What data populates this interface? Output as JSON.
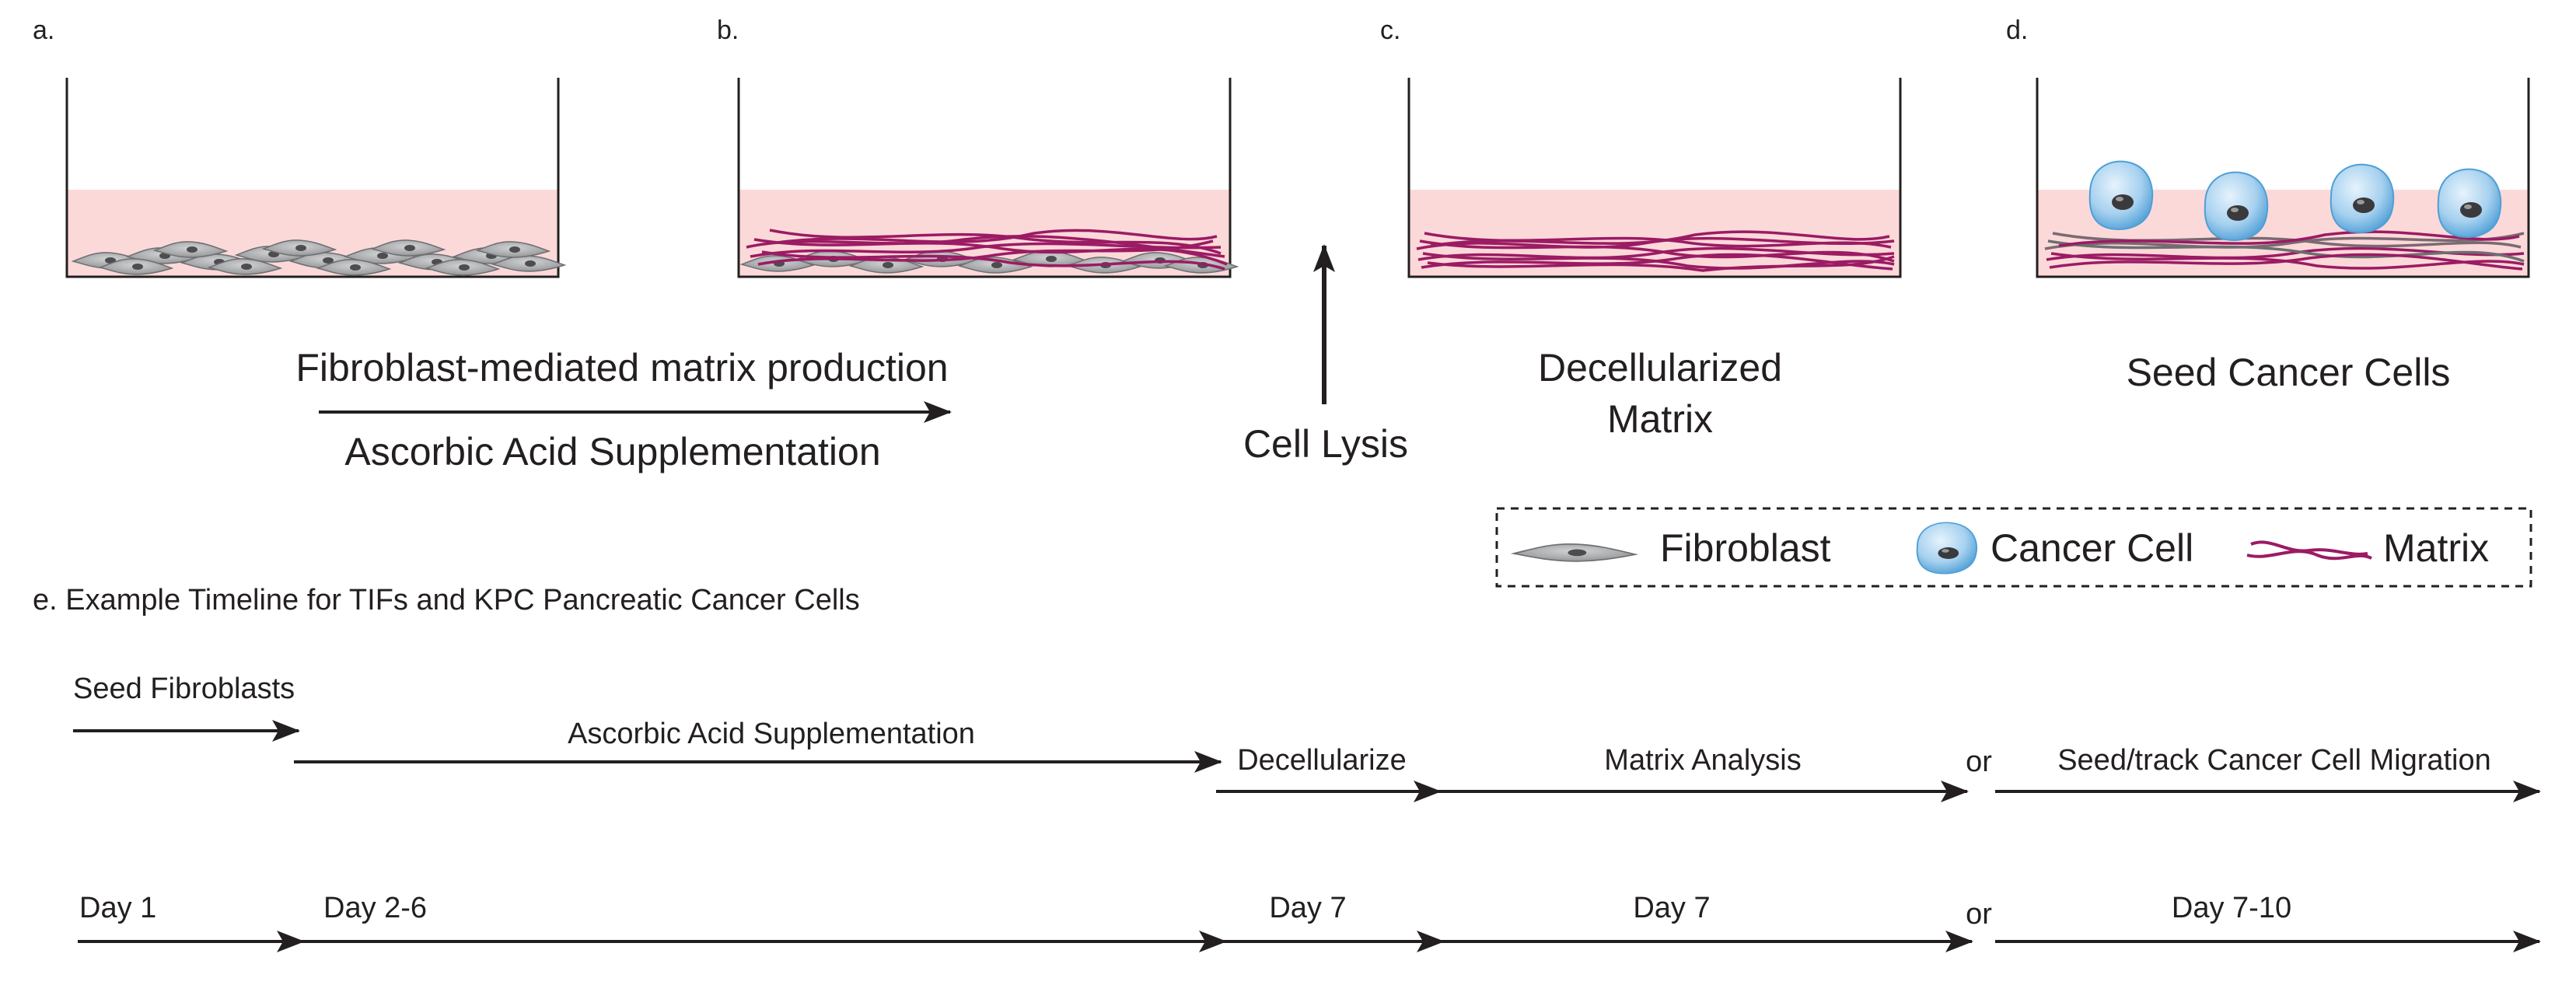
{
  "panels": [
    {
      "letter": "a.",
      "caption": ""
    },
    {
      "letter": "b.",
      "caption": ""
    },
    {
      "letter": "c.",
      "caption_line1": "Decellularized",
      "caption_line2": "Matrix"
    },
    {
      "letter": "d.",
      "caption": "Seed Cancer Cells"
    }
  ],
  "process": {
    "above_arrow": "Fibroblast-mediated matrix production",
    "below_arrow": "Ascorbic Acid Supplementation",
    "lysis_label": "Cell Lysis"
  },
  "legend": {
    "fibroblast": "Fibroblast",
    "cancer_cell": "Cancer Cell",
    "matrix": "Matrix"
  },
  "timeline": {
    "title": "e. Example Timeline for TIFs and KPC Pancreatic Cancer Cells",
    "steps": {
      "seed": "Seed Fibroblasts",
      "ascorbic": "Ascorbic Acid Supplementation",
      "decell": "Decellularize",
      "analysis": "Matrix Analysis",
      "or": "or",
      "migration": "Seed/track Cancer Cell Migration"
    },
    "days": {
      "d1": "Day 1",
      "d2_6": "Day 2-6",
      "d7a": "Day 7",
      "d7b": "Day 7",
      "or": "or",
      "d7_10": "Day 7-10"
    }
  },
  "colors": {
    "medium": "#fcd9d9",
    "matrix": "#9b1b64",
    "fibroblast": "#a7a9ac",
    "fibroblast_dark": "#6d6e71",
    "cell_light": "#d2e8f7",
    "cell_mid": "#5aa9dc",
    "nucleus": "#3a3a3c",
    "line": "#231f20"
  }
}
